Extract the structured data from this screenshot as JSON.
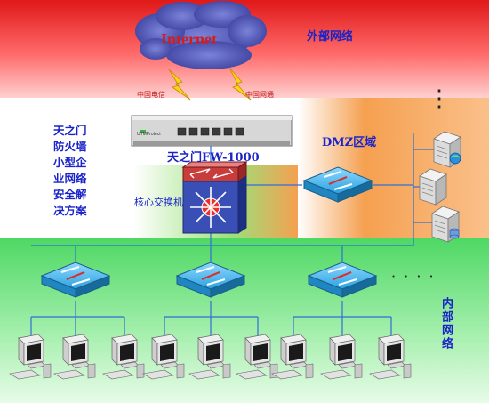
{
  "colors": {
    "top_band": "#e02020",
    "top_band_light": "#ff8080",
    "dmz_zone": "#f5a050",
    "core_zone": "#9be07a",
    "lan_zone": "#55d96a",
    "lan_zone_light": "#c8f7c8",
    "label_blue": "#1a24c8",
    "internet_text": "#d11f1f",
    "cloud_fill": "#5a63c0",
    "link_line": "#2f6fd8",
    "switch_fill": "#3cb3ea",
    "lightning": "#ffd21a"
  },
  "zones": {
    "external": "外部网络",
    "dmz": "DMZ区域",
    "internal": "内部网络",
    "core_switch": "核心交换机"
  },
  "internet_label": "Internet",
  "isp_links": [
    "中国电信",
    "中国网通"
  ],
  "firewall": {
    "model_label": "天之门FW-1000",
    "brand_text": "UTMProtect",
    "port_count": 6
  },
  "product_title_lines": [
    "天之门",
    "防火墙",
    "小型企",
    "业网络",
    "安全解",
    "决方案"
  ],
  "dmz_servers": [
    {
      "icon": "server-globe-icon"
    },
    {
      "icon": "server-icon"
    },
    {
      "icon": "server-database-icon"
    }
  ],
  "access_switches": [
    {
      "icon": "switch-icon"
    },
    {
      "icon": "switch-icon"
    },
    {
      "icon": "switch-icon"
    }
  ],
  "workstations_per_switch": 3,
  "continuation_dots": "· · · ·",
  "continuation_dots_vertical": "⋮"
}
